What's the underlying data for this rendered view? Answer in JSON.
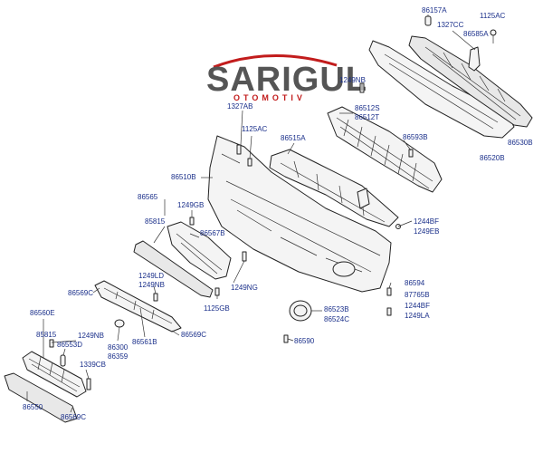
{
  "logo": {
    "main": "SARIGUL",
    "sub": "OTOMOTIV",
    "accent_color": "#c21c1c",
    "text_color": "#555555"
  },
  "labels": {
    "p86157A": "86157A",
    "p1125AC_top": "1125AC",
    "p1327CC": "1327CC",
    "p86585A": "86585A",
    "p86530B": "86530B",
    "p86520B": "86520B",
    "p1249NB_top": "1249NB",
    "p86512S": "86512S",
    "p86512T": "86512T",
    "p86593B": "86593B",
    "p1327AB": "1327AB",
    "p1125AC_mid": "1125AC",
    "p86515A": "86515A",
    "p86510B": "86510B",
    "p1244BF_a": "1244BF",
    "p1249EB": "1249EB",
    "p86565": "86565",
    "p85815_a": "85815",
    "p1249GB": "1249GB",
    "p86567B": "86567B",
    "p1249LD": "1249LD",
    "p1249NB_mid": "1249NB",
    "p86569C_a": "86569C",
    "p1249NG": "1249NG",
    "p1125GB": "1125GB",
    "p86594": "86594",
    "p87765B": "87765B",
    "p1244BF_b": "1244BF",
    "p1249LA": "1249LA",
    "p86523B": "86523B",
    "p86524C": "86524C",
    "p86560E": "86560E",
    "p85815_b": "85815",
    "p1249NB_low": "1249NB",
    "p86553D": "86553D",
    "p86300": "86300",
    "p86359": "86359",
    "p1339CB": "1339CB",
    "p86561B": "86561B",
    "p86569C_b": "86569C",
    "p86590": "86590",
    "p86550": "86550",
    "p86569C_c": "86569C"
  }
}
